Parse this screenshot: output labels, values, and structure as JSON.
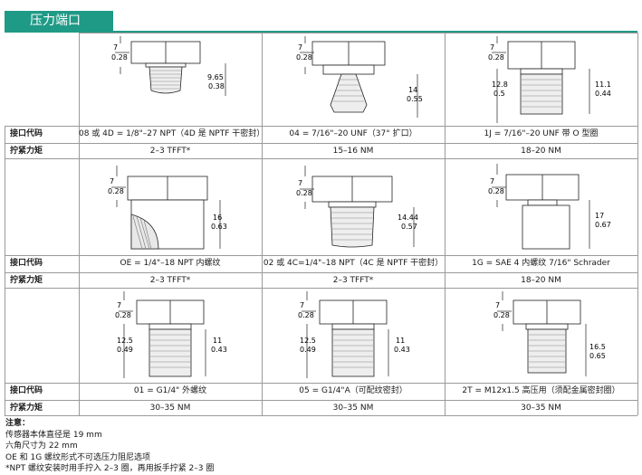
{
  "page_title": "压力端口",
  "labels": {
    "port_code": "接口代码",
    "torque": "拧紧力矩"
  },
  "rows": [
    {
      "items": [
        {
          "code": "08 或 4D = 1/8\"–27 NPT（4D 是 NPTF 干密封）",
          "torque": "2–3 TFFT*",
          "dims": [
            "7",
            "0.28",
            "9.65",
            "0.38"
          ]
        },
        {
          "code": "04 = 7/16\"–20 UNF（37° 扩口）",
          "torque": "15–16 NM",
          "dims": [
            "7",
            "0.28",
            "14",
            "0.55"
          ]
        },
        {
          "code": "1J = 7/16\"–20 UNF 带 O 型圈",
          "torque": "18–20 NM",
          "dims": [
            "7",
            "0.28",
            "12.8",
            "0.5",
            "11.1",
            "0.44"
          ]
        }
      ]
    },
    {
      "items": [
        {
          "code": "OE = 1/4\"–18 NPT 内螺纹",
          "torque": "2–3 TFFT*",
          "dims": [
            "7",
            "0.28",
            "16",
            "0.63"
          ]
        },
        {
          "code": "02 或 4C=1/4\"–18 NPT（4C 是 NPTF 干密封）",
          "torque": "2–3 TFFT*",
          "dims": [
            "7",
            "0.28",
            "14.44",
            "0.57"
          ]
        },
        {
          "code": "1G = SAE 4 内螺纹 7/16\" Schrader",
          "torque": "18–20 NM",
          "dims": [
            "7",
            "0.28",
            "17",
            "0.67"
          ]
        }
      ]
    },
    {
      "items": [
        {
          "code": "01 = G1/4\" 外螺纹",
          "torque": "30–35 NM",
          "dims": [
            "7",
            "0.28",
            "12.5",
            "0.49",
            "11",
            "0.43"
          ]
        },
        {
          "code": "05 = G1/4\"A（可配纹密封）",
          "torque": "30–35 NM",
          "dims": [
            "7",
            "0.28",
            "12.5",
            "0.49",
            "11",
            "0.43"
          ]
        },
        {
          "code": "2T = M12x1.5 高压用（须配金属密封圈）",
          "torque": "30–35 NM",
          "dims": [
            "7",
            "0.28",
            "16.5",
            "0.65"
          ]
        }
      ]
    }
  ],
  "notes": {
    "title": "注意：",
    "lines": [
      "传感器本体直径是 19 mm",
      "六角尺寸为 22 mm",
      "OE 和 1G 螺纹形式不可选压力阻尼选项",
      "*NPT 螺纹安装时用手拧入 2–3 圈，再用扳手拧紧 2–3 圈"
    ]
  }
}
